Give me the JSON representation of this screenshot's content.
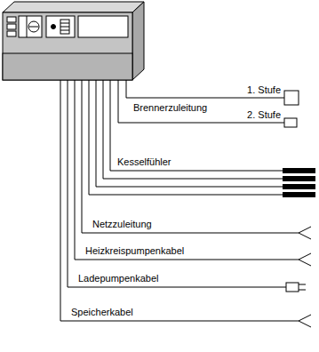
{
  "diagram": {
    "labels": [
      "1. Stufe",
      "Brennerzuleitung",
      "2. Stufe",
      "Kesselfühler",
      "Netzzuleitung",
      "Heizkreispumpenkabel",
      "Ladepumpenkabel",
      "Speicherkabel"
    ]
  }
}
